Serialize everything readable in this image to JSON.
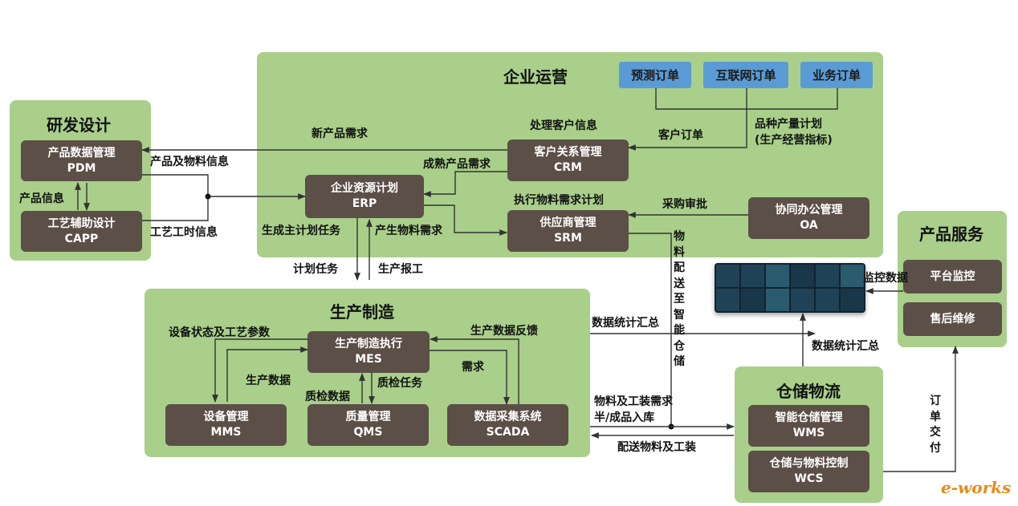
{
  "regions": {
    "enterprise": "企业运营",
    "rnd": "研发设计",
    "manufacturing": "生产制造",
    "logistics": "仓储物流",
    "service": "产品服务"
  },
  "orders": {
    "forecast": "预测订单",
    "internet": "互联网订单",
    "business": "业务订单"
  },
  "systems": {
    "pdm": {
      "name": "产品数据管理",
      "abbr": "PDM"
    },
    "capp": {
      "name": "工艺辅助设计",
      "abbr": "CAPP"
    },
    "erp": {
      "name": "企业资源计划",
      "abbr": "ERP"
    },
    "crm": {
      "name": "客户关系管理",
      "abbr": "CRM"
    },
    "srm": {
      "name": "供应商管理",
      "abbr": "SRM"
    },
    "oa": {
      "name": "协同办公管理",
      "abbr": "OA"
    },
    "mes": {
      "name": "生产制造执行",
      "abbr": "MES"
    },
    "mms": {
      "name": "设备管理",
      "abbr": "MMS"
    },
    "qms": {
      "name": "质量管理",
      "abbr": "QMS"
    },
    "scada": {
      "name": "数据采集系统",
      "abbr": "SCADA"
    },
    "wms": {
      "name": "智能仓储管理",
      "abbr": "WMS"
    },
    "wcs": {
      "name": "仓储与物料控制",
      "abbr": "WCS"
    },
    "platform_monitor": "平台监控",
    "after_sales": "售后维修"
  },
  "labels": {
    "new_product_demand": "新产品需求",
    "handle_customer_info": "处理客户信息",
    "customer_order": "客户订单",
    "product_plan_1": "品种产量计划",
    "product_plan_2": "(生产经营指标)",
    "product_material_info": "产品及物料信息",
    "mature_product_demand": "成熟产品需求",
    "product_info": "产品信息",
    "process_time_info": "工艺工时信息",
    "exec_material_plan": "执行物料需求计划",
    "purchase_approval": "采购审批",
    "master_plan_task": "生成主计划任务",
    "material_demand": "产生物料需求",
    "plan_task": "计划任务",
    "production_report": "生产报工",
    "material_to_warehouse": "物料配送至智能仓储",
    "monitor_data": "监控数据",
    "data_summary_1": "数据统计汇总",
    "data_summary_2": "数据统计汇总",
    "equipment_status": "设备状态及工艺参数",
    "production_feedback": "生产数据反馈",
    "production_data": "生产数据",
    "demand": "需求",
    "qc_task": "质检任务",
    "qc_data": "质检数据",
    "material_tool_demand": "物料及工装需求",
    "semi_finished_inbound": "半/成品入库",
    "deliver_material_tool": "配送物料及工装",
    "order_delivery": "订单交付"
  },
  "logo": "e-works",
  "colors": {
    "region_green": "#a9cf8a",
    "system_box": "#5c4f47",
    "order_box": "#5b9bd5",
    "arrow": "#333333"
  }
}
